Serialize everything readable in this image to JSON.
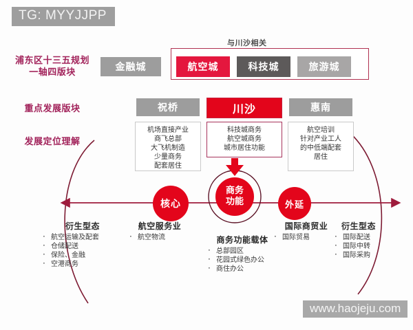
{
  "watermarks": {
    "top": "TG: MYYJJPP",
    "bottom": "www.haojeju.com"
  },
  "row_labels": {
    "plan": "浦东区十三五规划\n一轴四版块",
    "plan_line1": "浦东区十三五规划",
    "plan_line2": "一轴四版块",
    "focus": "重点发展版块",
    "position": "发展定位理解"
  },
  "top_band": {
    "note": "与川沙相关",
    "chips": [
      {
        "label": "金融城",
        "color": "#9d9d9d",
        "highlighted": false
      },
      {
        "label": "航空城",
        "color": "#e4173e",
        "highlighted": true
      },
      {
        "label": "科技城",
        "color": "#5d5a5a",
        "highlighted": false
      },
      {
        "label": "旅游城",
        "color": "#a8a6a6",
        "highlighted": false
      }
    ],
    "frame_color": "#b03050"
  },
  "blocks": [
    {
      "name": "祝桥",
      "color": "#9d9d9d",
      "highlighted": false,
      "details": [
        "机场直接产业",
        "商飞总部",
        "大飞机制造",
        "少量商务",
        "配套居住"
      ]
    },
    {
      "name": "川沙",
      "color": "#e3051b",
      "highlighted": true,
      "details": [
        "科技城商务",
        "航空城商务",
        "城市居住功能"
      ]
    },
    {
      "name": "惠南",
      "color": "#9d9d9d",
      "highlighted": false,
      "details": [
        "航空培训",
        "针对产业工人",
        "的中低端配套",
        "居住"
      ]
    }
  ],
  "circles": {
    "core": "核心",
    "extension": "外延",
    "main_line1": "商务",
    "main_line2": "功能"
  },
  "groups": [
    {
      "id": "derivative-left",
      "title": "衍生型态",
      "items": [
        "航空运输及配套",
        "仓储配送",
        "保险、金融",
        "空港商务"
      ]
    },
    {
      "id": "aviation-service",
      "title": "航空服务业",
      "items": [
        "航空物流"
      ]
    },
    {
      "id": "business-carrier",
      "title": "商务功能载体",
      "items": [
        "总部园区",
        "花园式绿色办公",
        "商住办公"
      ]
    },
    {
      "id": "international-trade",
      "title": "国际商贸业",
      "items": [
        "国际贸易"
      ]
    },
    {
      "id": "derivative-right",
      "title": "衍生型态",
      "items": [
        "国际配送",
        "国际中转",
        "国际采购"
      ]
    }
  ],
  "colors": {
    "brand_red": "#e3051b",
    "accent_magenta": "#a2235b",
    "arc_dark_red": "#8e1c3a",
    "gray_chip": "#9d9d9d"
  }
}
